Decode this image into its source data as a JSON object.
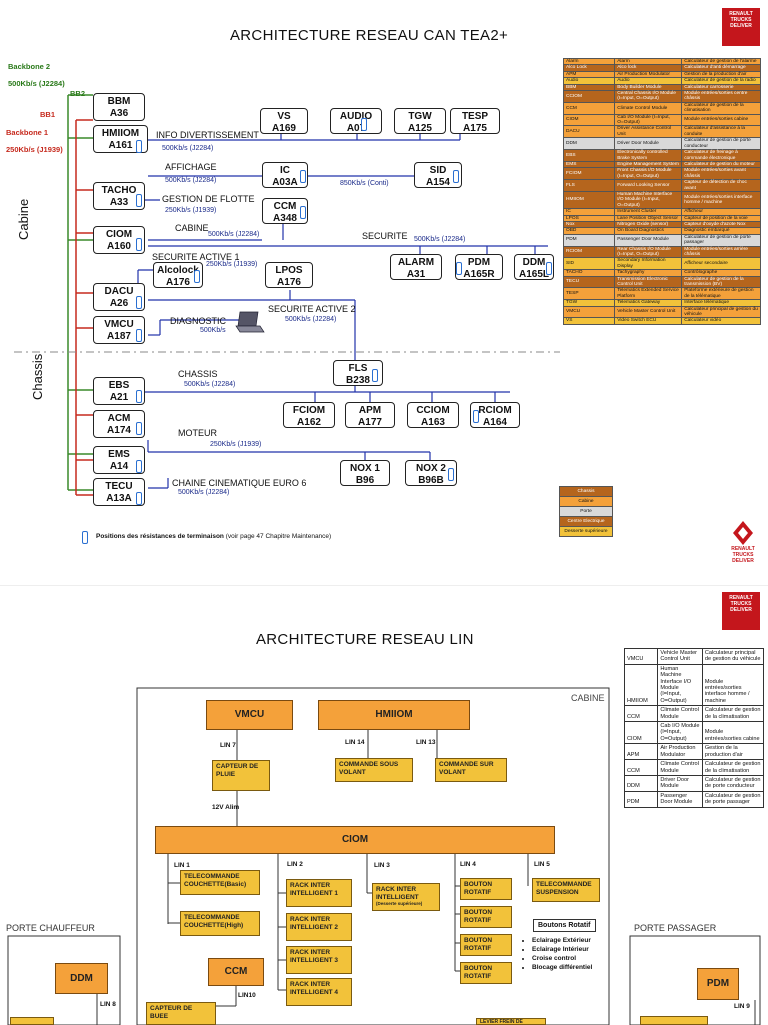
{
  "page1": {
    "title": "ARCHITECTURE RESEAU CAN TEA2+",
    "logo_text": "RENAULT TRUCKS DELIVER",
    "backbone2": "Backbone 2",
    "backbone2_speed": "500Kb/s (J2284)",
    "backbone1": "Backbone 1",
    "backbone1_speed": "250Kb/s (J1939)",
    "bb2": "BB2",
    "bb1": "BB1",
    "zone_cabine": "Cabine",
    "zone_chassis": "Chassis",
    "nodes": {
      "bbm": [
        "BBM",
        "A36"
      ],
      "hmiiom": [
        "HMIIOM",
        "A161"
      ],
      "tacho": [
        "TACHO",
        "A33"
      ],
      "ciom": [
        "CIOM",
        "A160"
      ],
      "dacu": [
        "DACU",
        "A26"
      ],
      "vmcu": [
        "VMCU",
        "A187"
      ],
      "ebs": [
        "EBS",
        "A21"
      ],
      "acm": [
        "ACM",
        "A174"
      ],
      "ems": [
        "EMS",
        "A14"
      ],
      "tecu": [
        "TECU",
        "A13A"
      ],
      "vs": [
        "VS",
        "A169"
      ],
      "audio": [
        "AUDIO",
        "A07"
      ],
      "tgw": [
        "TGW",
        "A125"
      ],
      "tesp": [
        "TESP",
        "A175"
      ],
      "ic": [
        "IC",
        "A03A"
      ],
      "sid": [
        "SID",
        "A154"
      ],
      "ccm": [
        "CCM",
        "A348"
      ],
      "alarm": [
        "ALARM",
        "A31"
      ],
      "pdm": [
        "PDM",
        "A165R"
      ],
      "ddm": [
        "DDM",
        "A165L"
      ],
      "alcolock": [
        "Alcolock",
        "A176"
      ],
      "lpos": [
        "LPOS",
        "A176"
      ],
      "fls": [
        "FLS",
        "B238"
      ],
      "fciom": [
        "FCIOM",
        "A162"
      ],
      "apm": [
        "APM",
        "A177"
      ],
      "cciom": [
        "CCIOM",
        "A163"
      ],
      "rciom": [
        "RCIOM",
        "A164"
      ],
      "nox1": [
        "NOX 1",
        "B96"
      ],
      "nox2": [
        "NOX 2",
        "B96B"
      ]
    },
    "labels": {
      "info": "INFO DIVERTISSEMENT",
      "info_speed": "500Kb/s (J2284)",
      "affichage": "AFFICHAGE",
      "affichage_speed": "500Kb/s (J2284)",
      "conti_speed": "850Kb/s (Conti)",
      "flotte": "GESTION DE FLOTTE",
      "flotte_speed": "250Kb/s (J1939)",
      "cabine": "CABINE",
      "cabine_speed": "500Kb/s (J2284)",
      "securite": "SECURITE",
      "securite_speed": "500Kb/s (J2284)",
      "secact1": "SECURITE ACTIVE 1",
      "secact1_speed": "250Kb/s (J1939)",
      "secact2": "SECURITE ACTIVE 2",
      "secact2_speed": "500Kb/s (J2284)",
      "diag": "DIAGNOSTIC",
      "diag_speed": "500Kb/s",
      "chassis": "CHASSIS",
      "chassis_speed": "500Kb/s (J2284)",
      "moteur": "MOTEUR",
      "moteur_speed": "250Kb/s (J1939)",
      "chaine": "CHAINE CINEMATIQUE EURO 6",
      "chaine_speed": "500Kb/s (J2284)"
    },
    "footnote_bold": "Positions des résistances de terminaison",
    "footnote_rest": " (voir page 47 Chapitre Maintenance)",
    "legend_rows": [
      [
        "Alarm",
        "Alarm",
        "Calculateur de gestion de l'alarme",
        "#f4a13a"
      ],
      [
        "Alco Lock",
        "Alco lock",
        "Calculateur d'anti démarrage",
        "#b5651d"
      ],
      [
        "APM",
        "Air Production Modulator",
        "Gestion de la production d'air",
        "#f4a13a"
      ],
      [
        "Audio",
        "Audio",
        "Calculateur de gestion de la radio",
        "#f2c23a"
      ],
      [
        "BBM",
        "Body Builder Module",
        "Calculateur carrosserie",
        "#b5651d"
      ],
      [
        "CCIOM",
        "Central Chassis I/O Module (I=Input, O=Output)",
        "Module entrées/sorties centre châssis",
        "#b5651d"
      ],
      [
        "CCM",
        "Climate Control Module",
        "Calculateur de gestion de la climatisation",
        "#f4a13a"
      ],
      [
        "CIOM",
        "Cab I/O Module (I=Input, O=Output)",
        "Module entrées/sorties cabine",
        "#f4a13a"
      ],
      [
        "DACU",
        "Driver Assistance Control Unit",
        "Calculateur d'assistance à la conduite",
        "#f4a13a"
      ],
      [
        "DDM",
        "Driver Door Module",
        "Calculateur de gestion de porte conducteur",
        "#d9d9d9"
      ],
      [
        "EBS",
        "Electronically controlled Brake System",
        "Calculateur de freinage à commande électronique",
        "#b5651d"
      ],
      [
        "EMS",
        "Engine Management System",
        "Calculateur de gestion du moteur",
        "#b5651d"
      ],
      [
        "FCIOM",
        "Front Chassis I/O Module (I=Input, O=Output)",
        "Module entrées/sorties avant châssis",
        "#b5651d"
      ],
      [
        "FLS",
        "Forward Looking Sensor",
        "Capteur de détection de choc avant",
        "#b5651d"
      ],
      [
        "HMIIOM",
        "Human Machine Interface I/O Module (I=Input, O=Output)",
        "Module entrées/sorties interface homme / machine",
        "#b5651d"
      ],
      [
        "IC",
        "Instrument Cluster",
        "Afficheur",
        "#f4a13a"
      ],
      [
        "LPOS",
        "Lane Position Object Sensor",
        "Capteur de position de la voie",
        "#f4a13a"
      ],
      [
        "Nox",
        "Nitrogen Oxide (sensor)",
        "Capteur d'oxyde d'azote Nox",
        "#b5651d"
      ],
      [
        "OBD",
        "On Board Diagnostics",
        "Diagnostic embarqué",
        "#f4a13a"
      ],
      [
        "PDM",
        "Passenger Door Module",
        "Calculateur de gestion de porte passager",
        "#d9d9d9"
      ],
      [
        "RCIOM",
        "Rear Chassis I/O Module (I=Input, O=Output)",
        "Module entrées/sorties arrière châssis",
        "#b5651d"
      ],
      [
        "SID",
        "Secondary Information Display",
        "Afficheur secondaire",
        "#f2c23a"
      ],
      [
        "TACHO",
        "Tachygraphy",
        "Contrôlographe",
        "#f4a13a"
      ],
      [
        "TECU",
        "Transmission Electronic Control Unit",
        "Calculateur de gestion de la transmission (BV)",
        "#b5651d"
      ],
      [
        "TESP",
        "Telematics Extended Service Platform",
        "Plateforme extérieure de gestion de la télématique",
        "#f4a13a"
      ],
      [
        "TGW",
        "Telematics Gateway",
        "Interface télématique",
        "#f2c23a"
      ],
      [
        "VMCU",
        "Vehicle Master Control Unit",
        "Calculateur principal de gestion du véhicule",
        "#f4a13a"
      ],
      [
        "VS",
        "Video Switch ECU",
        "Calculateur vidéo",
        "#f2c23a"
      ]
    ],
    "color_key": [
      [
        "Chassis",
        "#b5651d"
      ],
      [
        "Cabine",
        "#f4a13a"
      ],
      [
        "Porte",
        "#d9d9d9"
      ],
      [
        "Centre Electrique",
        "#b5651d"
      ],
      [
        "Desserte supérieure",
        "#f2c23a"
      ]
    ]
  },
  "page2": {
    "title": "ARCHITECTURE RESEAU LIN",
    "logo_text": "RENAULT TRUCKS DELIVER",
    "cabine": "CABINE",
    "porte_chauffeur": "PORTE CHAUFFEUR",
    "porte_passager": "PORTE PASSAGER",
    "vmcu": "VMCU",
    "hmiiom": "HMIIOM",
    "ciom": "CIOM",
    "ccm": "CCM",
    "ddm": "DDM",
    "pdm": "PDM",
    "lin7": "LIN 7",
    "lin14": "LIN 14",
    "lin13": "LIN 13",
    "lin1": "LIN 1",
    "lin2": "LIN 2",
    "lin3": "LIN 3",
    "lin4": "LIN 4",
    "lin5": "LIN 5",
    "lin8": "LIN 8",
    "lin9": "LIN 9",
    "lin10": "LIN10",
    "alim": "12V Alim",
    "capteur_pluie": "CAPTEUR DE PLUIE",
    "cmd_sous": "COMMANDE SOUS VOLANT",
    "cmd_sur": "COMMANDE SUR VOLANT",
    "tele_basic": "TELECOMMANDE COUCHETTE(Basic)",
    "tele_high": "TELECOMMANDE COUCHETTE(High)",
    "rack1": "RACK INTER INTELLIGENT 1",
    "rack2": "RACK INTER INTELLIGENT 2",
    "rack3": "RACK INTER INTELLIGENT 3",
    "rack4": "RACK INTER INTELLIGENT 4",
    "rack_ds": "RACK INTER INTELLIGENT",
    "rack_ds_note": "(Desserte supérieure)",
    "bouton": "BOUTON ROTATIF",
    "tele_susp": "TELECOMMANDE SUSPENSION",
    "boutons_title": "Boutons Rotatif",
    "boutons_list": [
      "Eclairage Extérieur",
      "Eclairage Intérieur",
      "Croise control",
      "Blocage différentiel"
    ],
    "capteur_buee": "CAPTEUR DE BUEE",
    "levier": "LEVIER FREIN DE",
    "lin_table": [
      [
        "VMCU",
        "Vehicle Master Control Unit",
        "Calculateur principal de gestion du véhicule"
      ],
      [
        "HMIIOM",
        "Human Machine Interface I/O Module (I=Input, O=Output)",
        "Module entrées/sorties interface homme / machine"
      ],
      [
        "CCM",
        "Climate Control Module",
        "Calculateur de gestion de la climatisation"
      ],
      [
        "CIOM",
        "Cab I/O Module (I=Input, O=Output)",
        "Module entrées/sorties cabine"
      ],
      [
        "APM",
        "Air Production Modulator",
        "Gestion de la production d'air"
      ],
      [
        "CCM",
        "Climate Control Module",
        "Calculateur de gestion de la climatisation"
      ],
      [
        "DDM",
        "Driver Door Module",
        "Calculateur de gestion de porte conducteur"
      ],
      [
        "PDM",
        "Passenger Door Module",
        "Calculateur de gestion de porte passager"
      ]
    ]
  }
}
